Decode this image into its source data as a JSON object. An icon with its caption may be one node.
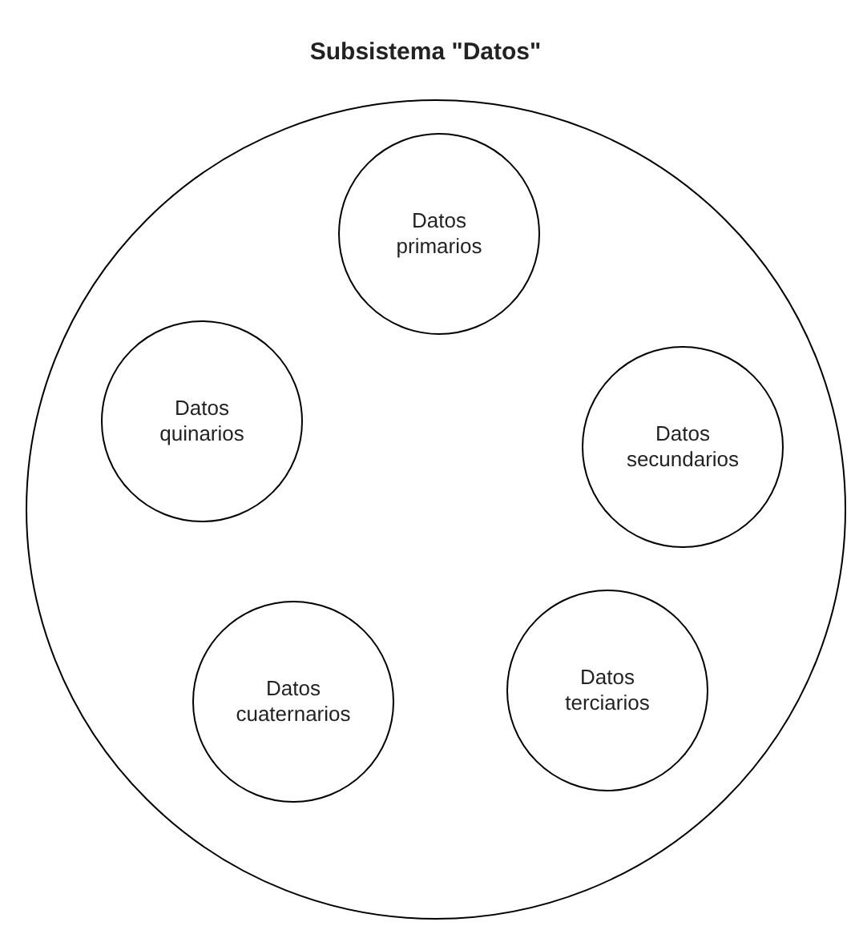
{
  "diagram": {
    "title": "Subsistema \"Datos\"",
    "nodes": [
      {
        "text": [],
        "shape": "circle"
      },
      {
        "text": [
          "Datos primarios"
        ],
        "in": 0
      },
      {
        "text": [
          "Datos quinarios"
        ],
        "in": 0
      },
      {
        "text": [
          "Datos secundarios"
        ],
        "in": 0
      },
      {
        "text": [
          "Datos terciarios"
        ],
        "in": 0
      },
      {
        "text": [
          "Datos cuaternarios"
        ],
        "in": 0
      }
    ]
  }
}
